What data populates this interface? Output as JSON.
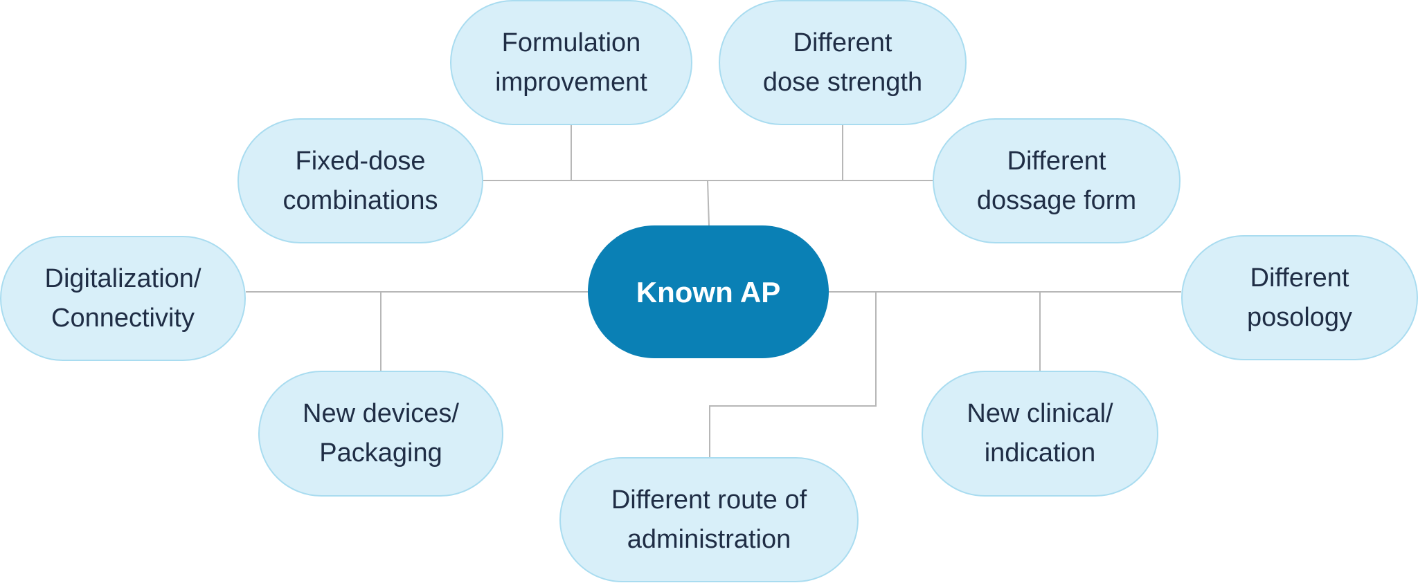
{
  "diagram": {
    "center": {
      "label": "Known AP"
    },
    "nodes": {
      "formulation": "Formulation\nimprovement",
      "dose_strength": "Different\ndose strength",
      "fixed_dose": "Fixed-dose\ncombinations",
      "dosage_form": "Different\ndossage form",
      "digitalization": "Digitalization/\nConnectivity",
      "posology": "Different\nposology",
      "devices": "New devices/\nPackaging",
      "clinical": "New clinical/\nindication",
      "route": "Different route of\nadministration"
    }
  },
  "colors": {
    "center_fill": "#0a80b5",
    "node_fill": "#d8eff9",
    "node_border": "#a9dcf0",
    "connector": "#b7b7b7",
    "text_dark": "#1f2d45"
  }
}
